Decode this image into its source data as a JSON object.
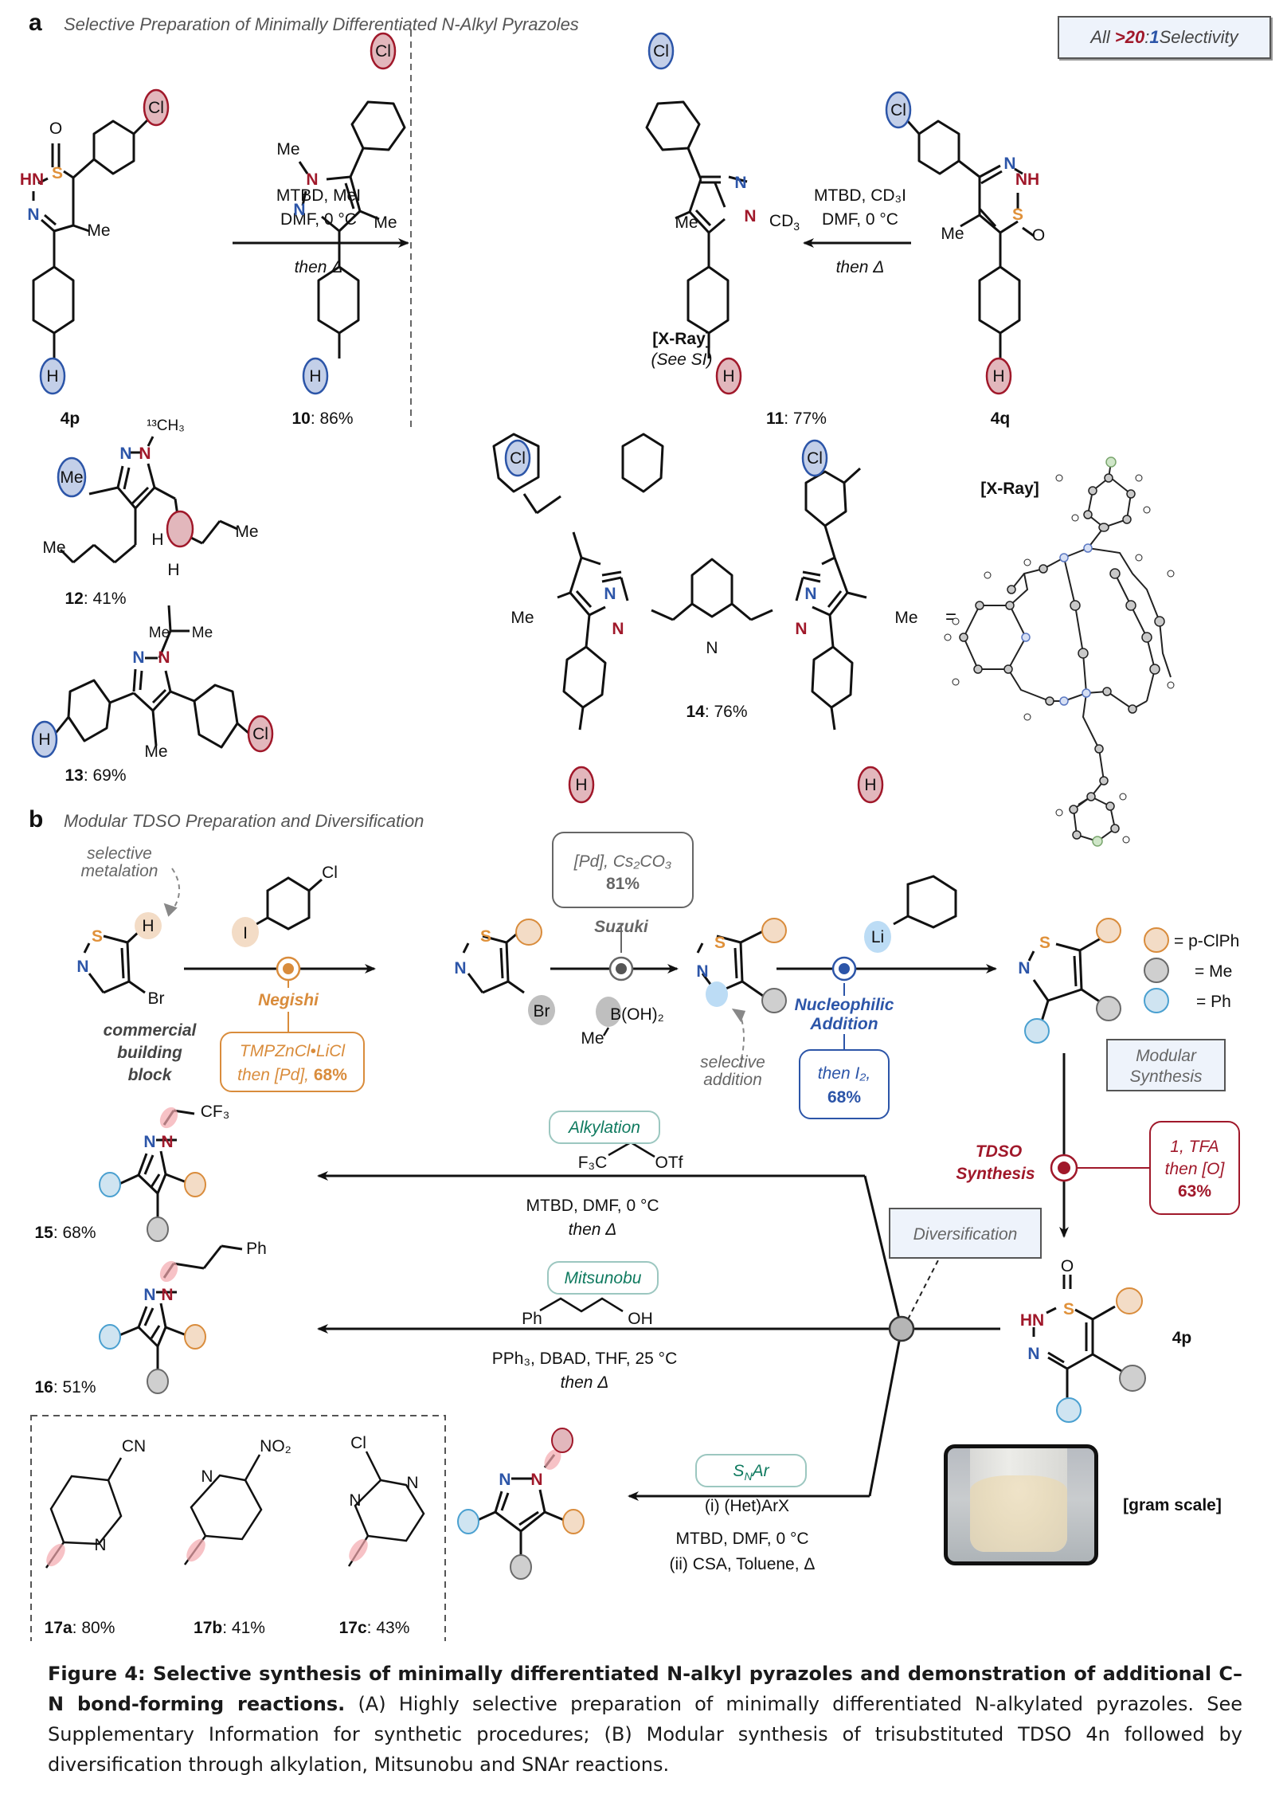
{
  "figure": {
    "panel_a": {
      "letter": "a",
      "title": "Selective Preparation of Minimally Differentiated N-Alkyl Pyrazoles",
      "selectivity_badge": {
        "prefix": "All ",
        "gt": ">",
        "twenty": "20",
        "colon": ":",
        "one": "1",
        "suffix": " Selectivity"
      },
      "reaction_left": {
        "line1": "MTBD, MeI",
        "line2": "DMF, 0 °C",
        "line3": "then Δ"
      },
      "reaction_right": {
        "line1": "MTBD, CD₃I",
        "line2": "DMF, 0 °C",
        "line3": "then Δ"
      },
      "xray_note": {
        "label": "[X-Ray]",
        "sub": "(See SI)"
      },
      "xray_label_2": "[X-Ray]",
      "equals": "=",
      "compounds": [
        {
          "id": "4p",
          "yield": ""
        },
        {
          "id": "10",
          "yield": ": 86%"
        },
        {
          "id": "11",
          "yield": ": 77%"
        },
        {
          "id": "4q",
          "yield": ""
        },
        {
          "id": "12",
          "yield": ": 41%"
        },
        {
          "id": "13",
          "yield": ": 69%"
        },
        {
          "id": "14",
          "yield": ": 76%"
        }
      ],
      "atoms": {
        "Cl": "Cl",
        "H": "H",
        "Me": "Me",
        "S": "S",
        "O": "O",
        "N": "N",
        "HN": "HN",
        "NH": "NH",
        "CD3": "CD₃",
        "13CH3": "¹³CH₃"
      }
    },
    "panel_b": {
      "letter": "b",
      "title": "Modular TDSO Preparation and Diversification",
      "selective_metalation": [
        "selective",
        "metalation"
      ],
      "commercial": [
        "commercial",
        "building",
        "block"
      ],
      "negishi": {
        "label": "Negishi",
        "box_line1": "TMPZnCl•LiCl",
        "box_line2": "then [Pd], ",
        "box_yield": "68%",
        "reagent_I": "I",
        "reagent_Cl": "Cl"
      },
      "suzuki": {
        "label": "Suzuki",
        "box_line1": "[Pd], Cs₂CO₃",
        "box_yield": "81%",
        "reagent": "B(OH)₂",
        "reagent_me": "Me"
      },
      "selective_addition": [
        "selective",
        "addition"
      ],
      "nucleophilic": {
        "label1": "Nucleophilic",
        "label2": "Addition",
        "box_line1": "then I₂,",
        "box_yield": "68%",
        "reagent": "Li"
      },
      "legend": [
        {
          "color": "orange",
          "label": "= p-ClPh"
        },
        {
          "color": "gray",
          "label": "= Me"
        },
        {
          "color": "blue",
          "label": "= Ph"
        }
      ],
      "modular_synthesis": [
        "Modular",
        "Synthesis"
      ],
      "tdso": {
        "label1": "TDSO",
        "label2": "Synthesis",
        "box_line1": "1, TFA",
        "box_line2": "then [O]",
        "box_yield": "63%"
      },
      "diversification": "Diversification",
      "alkylation": {
        "tag": "Alkylation",
        "reagent_left": "F₃C",
        "reagent_right": "OTf",
        "cond1": "MTBD, DMF, 0 °C",
        "cond2": "then Δ"
      },
      "mitsunobu": {
        "tag": "Mitsunobu",
        "reagent_left": "Ph",
        "reagent_right": "OH",
        "cond1": "PPh₃, DBAD, THF, 25 °C",
        "cond2": "then Δ"
      },
      "snar": {
        "tag": "SNAr",
        "cond0": "(i) (Het)ArX",
        "cond1": "MTBD, DMF, 0 °C",
        "cond2": "(ii) CSA, Toluene, Δ"
      },
      "products": [
        {
          "id": "15",
          "yield": ": 68%",
          "substituent": "CF₃"
        },
        {
          "id": "16",
          "yield": ": 51%",
          "substituent": "Ph"
        },
        {
          "id": "17a",
          "yield": ": 80%",
          "substituent": "CN"
        },
        {
          "id": "17b",
          "yield": ": 41%",
          "substituent": "NO₂"
        },
        {
          "id": "17c",
          "yield": ": 43%",
          "substituent": "Cl"
        }
      ],
      "tdso_product": "4p",
      "gram_scale": "[gram scale]"
    },
    "caption": {
      "bold": "Figure 4: Selective synthesis of minimally differentiated N-alkyl pyrazoles and demonstration of additional C–N bond-forming reactions.",
      "text": " (A) Highly selective preparation of minimally differentiated N-alkylated pyrazoles. See Supplementary Information for synthetic procedures; (B) Modular synthesis of trisubstituted TDSO 4n followed by diversification through alkylation, Mitsunobu and SNAr reactions."
    },
    "colors": {
      "red": "#a0182a",
      "blue": "#2c55a8",
      "sulfur": "#e0913a",
      "orange_fill": "#f3dcc6",
      "orange_stroke": "#d98c3c",
      "gray_fill": "#cfcfcf",
      "gray_stroke": "#6a6a6a",
      "ph_fill": "#cfe4f1",
      "ph_stroke": "#4aa0d0",
      "teal": "#0f7a5f",
      "redcircle_fill": "#e2b7bc",
      "bluecircle_fill": "#c3cfe8"
    }
  }
}
